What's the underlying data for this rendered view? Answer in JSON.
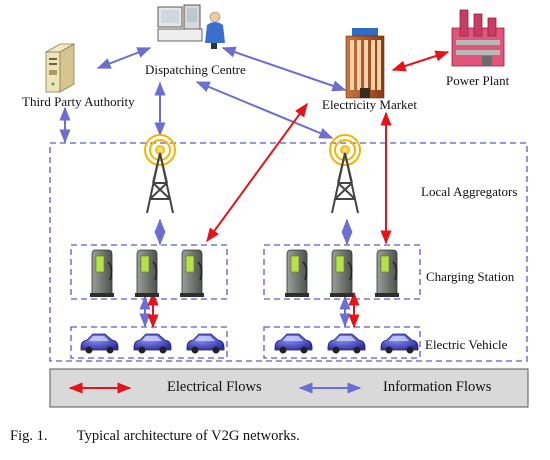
{
  "nodes": {
    "dispatching_centre": "Dispatching Centre",
    "third_party_authority": "Third Party Authority",
    "electricity_market": "Electricity Market",
    "power_plant": "Power Plant"
  },
  "layers": {
    "local_aggregators": "Local Aggregators",
    "charging_station": "Charging Station",
    "electric_vehicle": "Electric Vehicle"
  },
  "legend": {
    "electrical": "Electrical Flows",
    "information": "Information Flows"
  },
  "caption": {
    "number": "Fig. 1.",
    "text": "Typical architecture of V2G networks."
  },
  "colors": {
    "electrical_flow": "#e5141b",
    "information_flow": "#6d6fd0",
    "dashed_box": "#5b5bc7",
    "legend_bg": "#d9d9d9"
  }
}
